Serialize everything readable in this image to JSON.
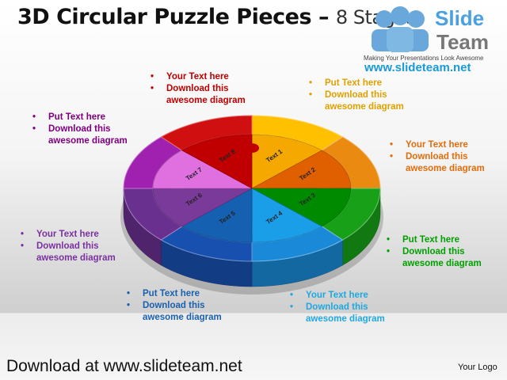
{
  "title": {
    "main": "3D Circular Puzzle Pieces – ",
    "sub": "8 Stages"
  },
  "logo": {
    "line1": "Slide",
    "line2": "Team",
    "tagline": "Making Your Presentations Look Awesome",
    "url": "www.slideteam.net"
  },
  "blocks": [
    {
      "color": "#c00000",
      "lines": [
        "Your Text here",
        "Download this",
        "awesome diagram"
      ]
    },
    {
      "color": "#e0a000",
      "lines": [
        "Put Text here",
        "Download this",
        "awesome diagram"
      ]
    },
    {
      "color": "#e46c0a",
      "lines": [
        "Your Text here",
        "Download this",
        "awesome diagram"
      ]
    },
    {
      "color": "#00a000",
      "lines": [
        "Put Text here",
        "Download this",
        "awesome diagram"
      ]
    },
    {
      "color": "#20a8e0",
      "lines": [
        "Your Text here",
        "Download this",
        "awesome diagram"
      ]
    },
    {
      "color": "#1a60b0",
      "lines": [
        "Put Text here",
        "Download this",
        "awesome diagram"
      ]
    },
    {
      "color": "#7a30a0",
      "lines": [
        "Your Text here",
        "Download this",
        "awesome diagram"
      ]
    },
    {
      "color": "#800080",
      "lines": [
        "Put Text here",
        "Download this",
        "awesome diagram"
      ]
    }
  ],
  "pieces": [
    {
      "label": "Text 1",
      "inner": "#f5a800",
      "ring": "#ffc000"
    },
    {
      "label": "Text 2",
      "inner": "#e06000",
      "ring": "#ea8a10"
    },
    {
      "label": "Text 3",
      "inner": "#008a00",
      "ring": "#18a018"
    },
    {
      "label": "Text 4",
      "inner": "#1a9ee8",
      "ring": "#1a8ad8"
    },
    {
      "label": "Text 5",
      "inner": "#1560b0",
      "ring": "#1850b0"
    },
    {
      "label": "Text 6",
      "inner": "#7a3a9a",
      "ring": "#6a3090"
    },
    {
      "label": "Text 7",
      "inner": "#e070e0",
      "ring": "#a020b0"
    },
    {
      "label": "Text 8",
      "inner": "#c00000",
      "ring": "#d01010"
    }
  ],
  "footer": {
    "download": "Download at www.slideteam.net",
    "your_logo": "Your Logo"
  }
}
